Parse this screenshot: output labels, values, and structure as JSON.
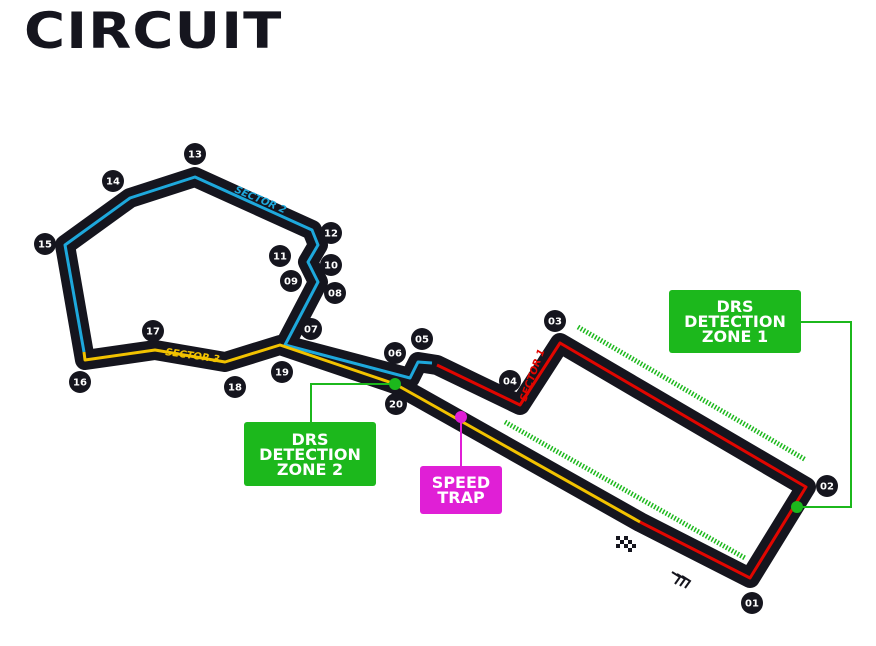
{
  "title": "CIRCUIT",
  "colors": {
    "track": "#15151e",
    "sector1": "#e10600",
    "sector2": "#1ea8dc",
    "sector3": "#f2c200",
    "drs": "#1cb81c",
    "speed_trap": "#e01fd6"
  },
  "sectors": [
    "SECTOR 1",
    "SECTOR 2",
    "SECTOR 3"
  ],
  "corners": [
    "01",
    "02",
    "03",
    "04",
    "05",
    "06",
    "07",
    "08",
    "09",
    "10",
    "11",
    "12",
    "13",
    "14",
    "15",
    "16",
    "17",
    "18",
    "19",
    "20"
  ],
  "callouts": {
    "drs_zone_1": [
      "DRS",
      "DETECTION",
      "ZONE 1"
    ],
    "drs_zone_2": [
      "DRS",
      "DETECTION",
      "ZONE 2"
    ],
    "speed_trap": [
      "SPEED",
      "TRAP"
    ]
  },
  "icons": [
    "chequered-flag-icon",
    "direction-chevrons-icon"
  ]
}
